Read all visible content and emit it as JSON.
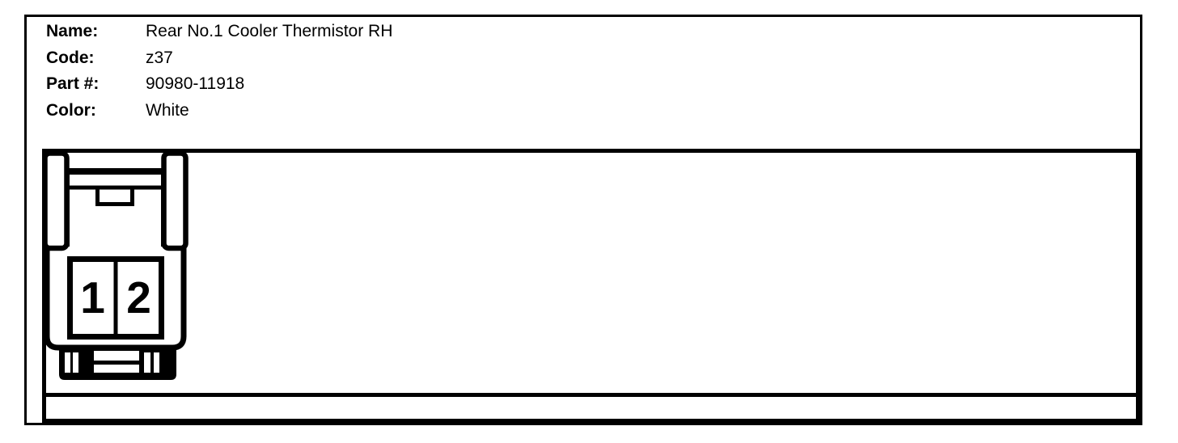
{
  "panel": {
    "fields": [
      {
        "label": "Name:",
        "value": "Rear No.1 Cooler Thermistor RH"
      },
      {
        "label": "Code:",
        "value": "z37"
      },
      {
        "label": "Part #:",
        "value": "90980-11918"
      },
      {
        "label": "Color:",
        "value": "White"
      }
    ]
  },
  "connector": {
    "pins": [
      "1",
      "2"
    ]
  },
  "colors": {
    "ink": "#000000",
    "paper": "#ffffff"
  }
}
